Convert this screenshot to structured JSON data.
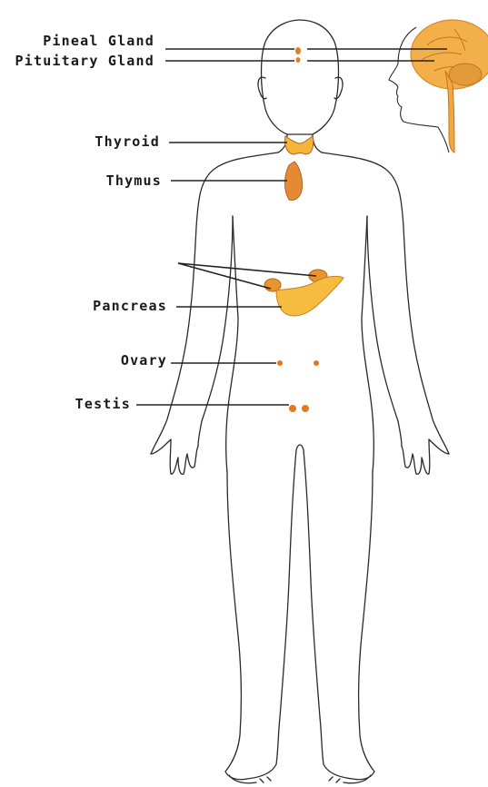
{
  "labels": {
    "pineal": "Pineal Gland",
    "pituitary": "Pituitary Gland",
    "thyroid": "Thyroid",
    "thymus": "Thymus",
    "pancreas": "Pancreas",
    "ovary": "Ovary",
    "testis": "Testis"
  },
  "colors": {
    "outline": "#2a2a2a",
    "gland_fill": "#f4b63a",
    "gland_shade": "#d9822b",
    "gland_dark": "#b8611c",
    "brain": "#f3b04a",
    "brain_dark": "#d78a2e",
    "leader_line": "#222222"
  }
}
